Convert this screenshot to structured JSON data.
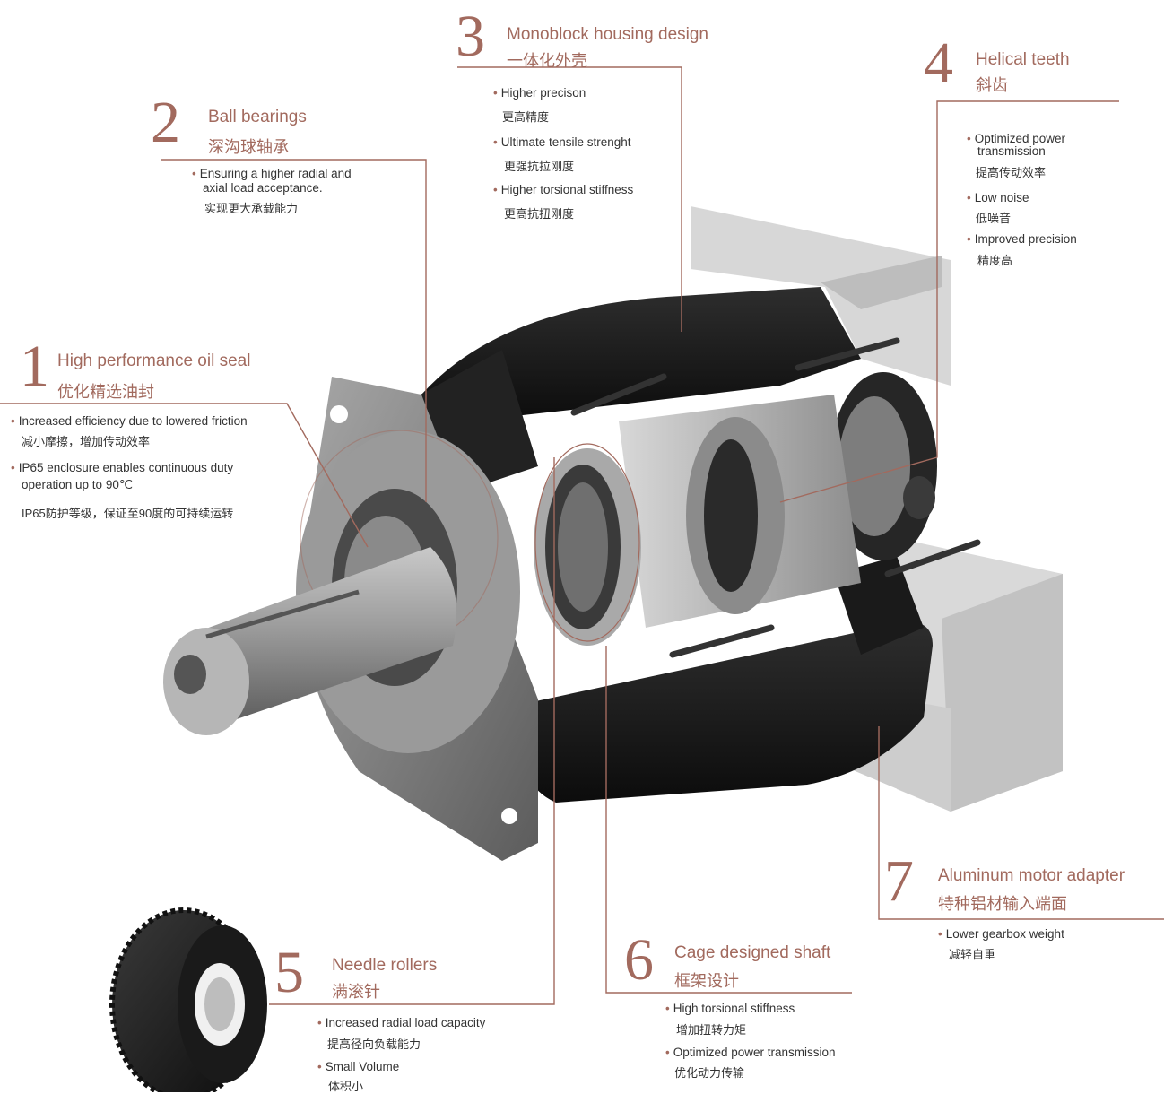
{
  "callouts": {
    "c1": {
      "number": "1",
      "title_en": "High performance oil seal",
      "title_zh": "优化精选油封",
      "bullets": [
        {
          "en": "Increased efficiency due to lowered friction",
          "zh": "减小摩擦，增加传动效率"
        },
        {
          "en": "IP65 enclosure enables continuous duty",
          "en2": "operation up to 90℃",
          "zh": "IP65防护等级，保证至90度的可持续运转"
        }
      ]
    },
    "c2": {
      "number": "2",
      "title_en": "Ball bearings",
      "title_zh": "深沟球轴承",
      "bullets": [
        {
          "en": "Ensuring a higher radial and",
          "en2": "axial load acceptance.",
          "zh": "实现更大承载能力"
        }
      ]
    },
    "c3": {
      "number": "3",
      "title_en": "Monoblock housing design",
      "title_zh": "一体化外壳",
      "bullets": [
        {
          "en": "Higher precison",
          "zh": "更高精度"
        },
        {
          "en": "Ultimate tensile strenght",
          "zh": "更强抗拉刚度"
        },
        {
          "en": "Higher torsional  stiffness",
          "zh": "更高抗扭刚度"
        }
      ]
    },
    "c4": {
      "number": "4",
      "title_en": "Helical teeth",
      "title_zh": "斜齿",
      "bullets": [
        {
          "en": "Optimized power",
          "en2": "transmission",
          "zh": "提高传动效率"
        },
        {
          "en": "Low noise",
          "zh": "低噪音"
        },
        {
          "en": "Improved precision",
          "zh": "精度高"
        }
      ]
    },
    "c5": {
      "number": "5",
      "title_en": "Needle rollers",
      "title_zh": "满滚针",
      "bullets": [
        {
          "en": "Increased radial load capacity",
          "zh": "提高径向负载能力"
        },
        {
          "en": "Small Volume",
          "zh": "体积小"
        }
      ]
    },
    "c6": {
      "number": "6",
      "title_en": "Cage designed shaft",
      "title_zh": "框架设计",
      "bullets": [
        {
          "en": "High torsional stiffness",
          "zh": "增加扭转力矩"
        },
        {
          "en": "Optimized power transmission",
          "zh": "优化动力传输"
        }
      ]
    },
    "c7": {
      "number": "7",
      "title_en": "Aluminum motor adapter",
      "title_zh": "特种铝材输入端面",
      "bullets": [
        {
          "en": "Lower gearbox weight",
          "zh": "减轻自重"
        }
      ]
    }
  },
  "colors": {
    "accent": "#a26a5e",
    "housing": "#1c1c1c",
    "metal": "#9a9a9a",
    "adapter": "#d4d4d4"
  }
}
